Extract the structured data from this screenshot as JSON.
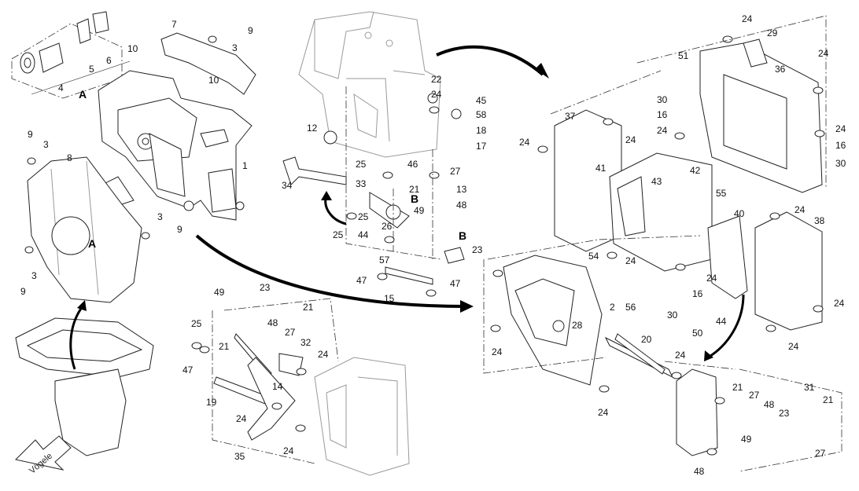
{
  "diagram": {
    "view_labels": [
      "A",
      "A",
      "B",
      "B"
    ],
    "logo_text": "Vögele",
    "callouts": [
      "9",
      "7",
      "3",
      "10",
      "10",
      "6",
      "5",
      "4",
      "1",
      "8",
      "9",
      "3",
      "3",
      "9",
      "3",
      "9",
      "22",
      "24",
      "45",
      "58",
      "18",
      "17",
      "12",
      "46",
      "27",
      "13",
      "48",
      "25",
      "21",
      "34",
      "33",
      "49",
      "25",
      "26",
      "44",
      "25",
      "57",
      "47",
      "15",
      "47",
      "23",
      "49",
      "23",
      "21",
      "25",
      "48",
      "27",
      "32",
      "24",
      "21",
      "14",
      "47",
      "19",
      "24",
      "35",
      "24",
      "24",
      "29",
      "51",
      "36",
      "24",
      "30",
      "16",
      "24",
      "37",
      "24",
      "41",
      "24",
      "24",
      "16",
      "30",
      "42",
      "43",
      "55",
      "24",
      "38",
      "40",
      "54",
      "24",
      "2",
      "56",
      "24",
      "16",
      "30",
      "44",
      "50",
      "24",
      "24",
      "24",
      "20",
      "28",
      "24",
      "24",
      "21",
      "31",
      "27",
      "48",
      "23",
      "21",
      "49",
      "27",
      "48"
    ]
  }
}
